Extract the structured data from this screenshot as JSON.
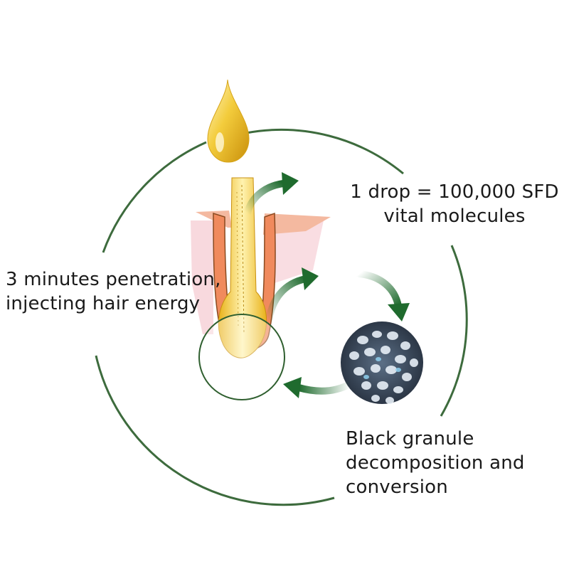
{
  "labels": {
    "drop": [
      "1 drop = 100,000 SFD",
      "vital molecules"
    ],
    "penetration": [
      "3 minutes penetration,",
      "injecting hair energy"
    ],
    "granule": [
      "Black granule",
      "decomposition and",
      "conversion"
    ]
  },
  "colors": {
    "ring": "#3d6b3d",
    "arrow": "#1f6b2e",
    "oil": "#e8b820",
    "skin": "#f4b9a0",
    "skin_edge": "#f08a5d",
    "granule": "#3a4a5c"
  },
  "icons": [
    "oil-drop-icon",
    "hair-follicle-icon",
    "granule-cluster-icon",
    "cycle-arrow-icon"
  ]
}
